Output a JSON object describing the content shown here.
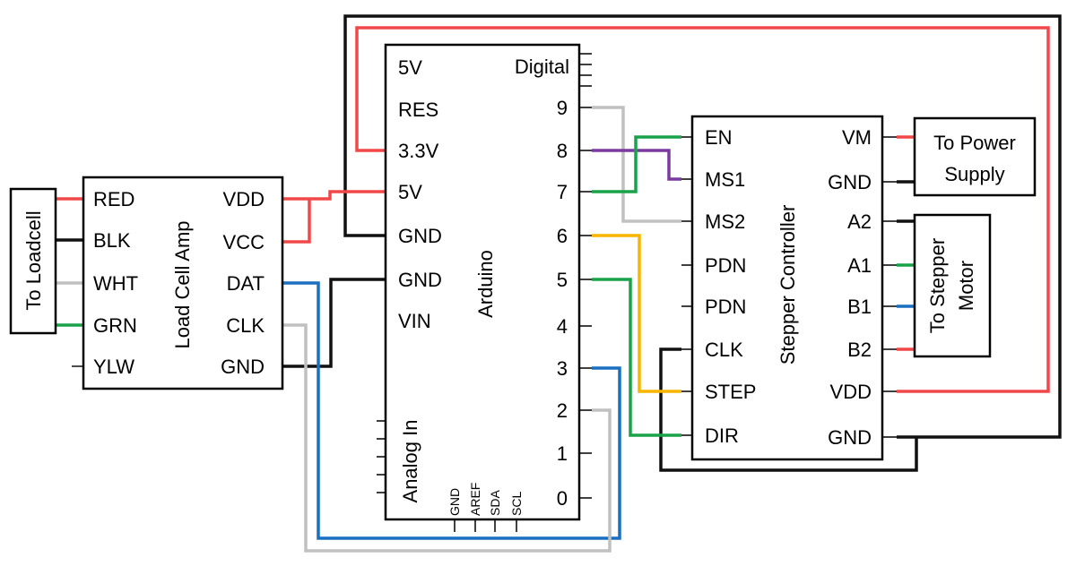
{
  "loadcell": {
    "label": "To Loadcell"
  },
  "amp": {
    "title": "Load Cell Amp",
    "left_pins": [
      "RED",
      "BLK",
      "WHT",
      "GRN",
      "YLW"
    ],
    "right_pins": [
      "VDD",
      "VCC",
      "DAT",
      "CLK",
      "GND"
    ]
  },
  "arduino": {
    "title": "Arduino",
    "left_pins": [
      "5V",
      "RES",
      "3.3V",
      "5V",
      "GND",
      "GND",
      "VIN"
    ],
    "digital_label": "Digital",
    "digital_pins": [
      "9",
      "8",
      "7",
      "6",
      "5",
      "4",
      "3",
      "2",
      "1",
      "0"
    ],
    "analog_label": "Analog In",
    "bottom_pins": [
      "GND",
      "AREF",
      "SDA",
      "SCL"
    ]
  },
  "stepper": {
    "title": "Stepper Controller",
    "left_pins": [
      "EN",
      "MS1",
      "MS2",
      "PDN",
      "PDN",
      "CLK",
      "STEP",
      "DIR"
    ],
    "right_pins": [
      "VM",
      "GND",
      "A2",
      "A1",
      "B1",
      "B2",
      "VDD",
      "GND"
    ]
  },
  "power": {
    "line1": "To Power",
    "line2": "Supply"
  },
  "motor": {
    "line1": "To Stepper",
    "line2": "Motor"
  },
  "colors": {
    "red": "#f04848",
    "black": "#111111",
    "gray": "#c0c0c0",
    "green": "#1aa24a",
    "blue": "#1a6fc0",
    "purple": "#7a3aa0",
    "yellow": "#f7b500"
  }
}
